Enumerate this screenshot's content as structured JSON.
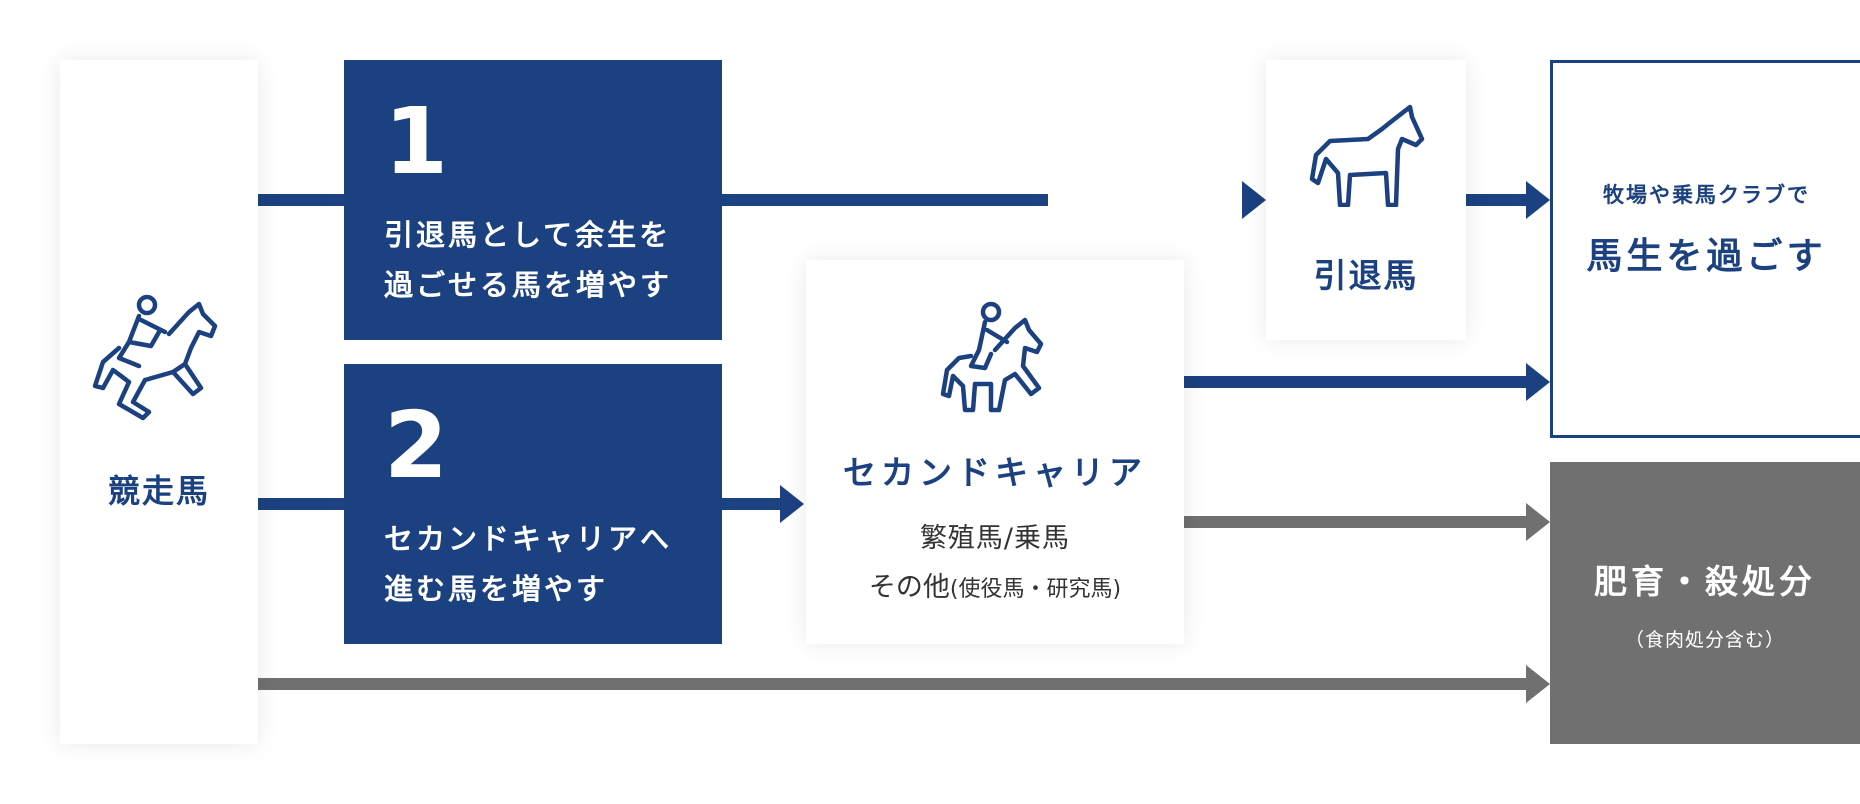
{
  "colors": {
    "navy": "#1c4180",
    "gray": "#707070",
    "white": "#ffffff"
  },
  "racehorse": {
    "label": "競走馬",
    "icon": "jumping-horse-rider-icon"
  },
  "measure_1": {
    "number": "1",
    "text": "引退馬として余生を\n過ごせる馬を増やす"
  },
  "measure_2": {
    "number": "2",
    "text": "セカンドキャリアへ\n進む馬を増やす"
  },
  "second_career": {
    "title": "セカンドキャリア",
    "line1": "繁殖馬/乗馬",
    "line2_main": "その他",
    "line2_sub": "(使役馬・研究馬)",
    "icon": "horse-rider-icon"
  },
  "retired": {
    "label": "引退馬",
    "icon": "horse-icon"
  },
  "ranch": {
    "small": "牧場や乗馬クラブで",
    "big": "馬生を過ごす"
  },
  "slaughter": {
    "big": "肥育・殺処分",
    "small": "（食肉処分含む）"
  }
}
